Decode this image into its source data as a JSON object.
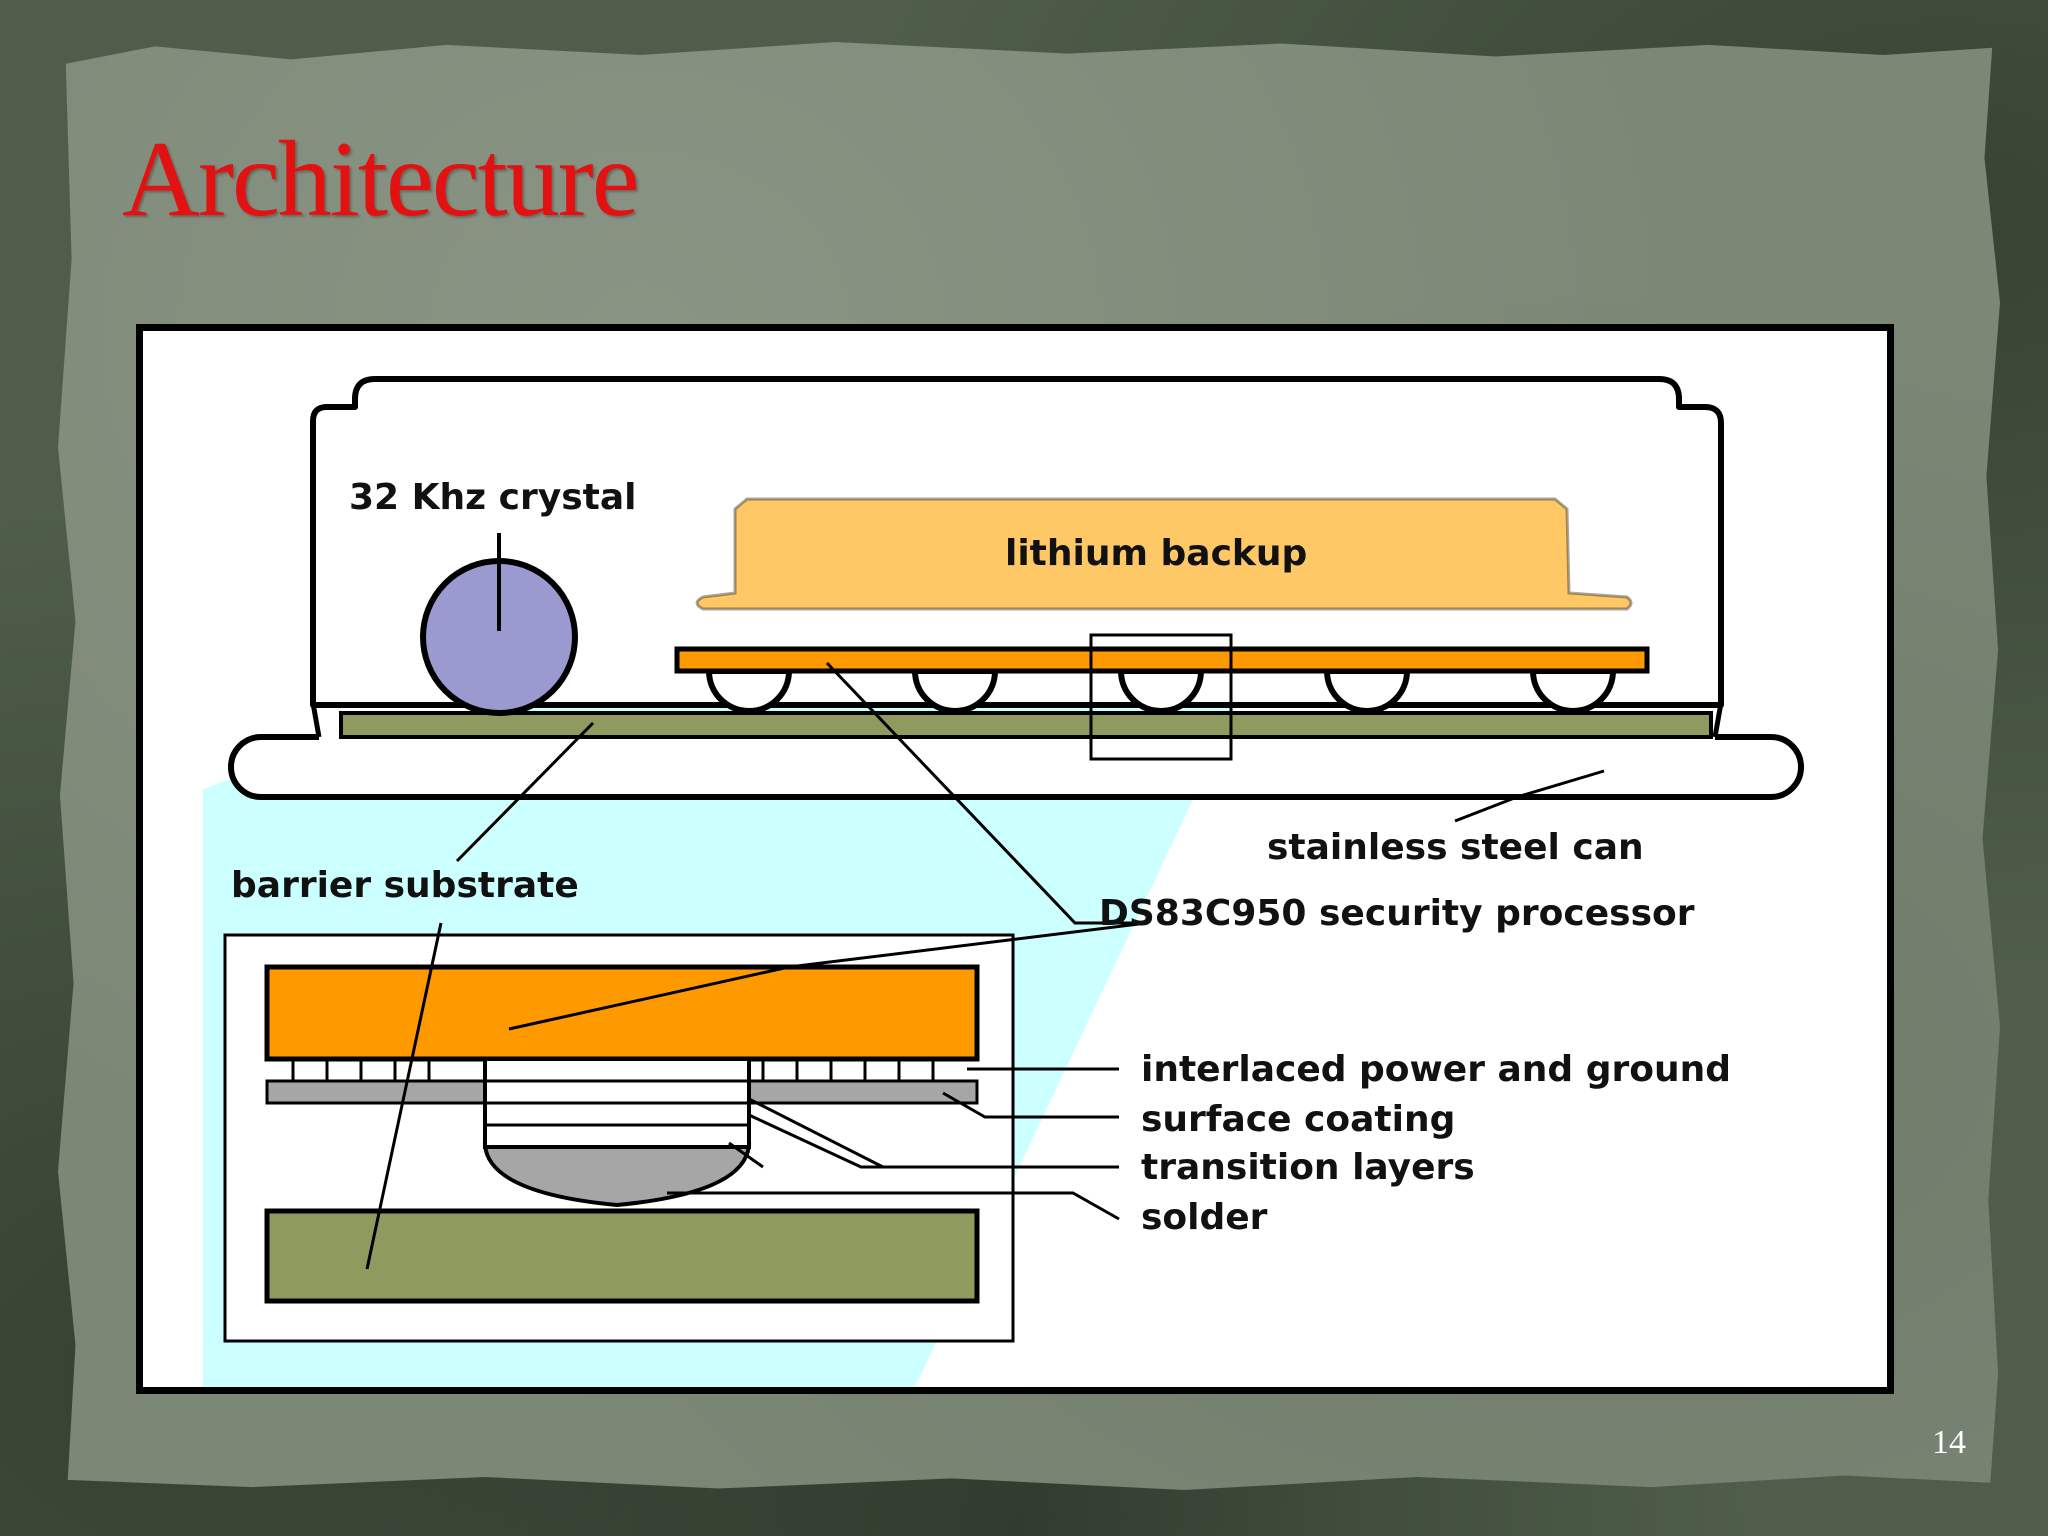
{
  "slide": {
    "title": "Architecture",
    "page_number": "14"
  },
  "diagram": {
    "labels": {
      "crystal": "32 Khz crystal",
      "battery": "lithium backup",
      "can": "stainless steel can",
      "substrate": "barrier substrate",
      "processor": "DS83C950 security processor",
      "power_ground": "interlaced power and ground",
      "coating": "surface coating",
      "transition": "transition layers",
      "solder": "solder"
    },
    "colors": {
      "title_red": "#e31212",
      "processor_orange": "#ff9900",
      "battery_tan": "#ffc866",
      "crystal_purple": "#9a9ad0",
      "substrate_green": "#8f9a5e",
      "zoom_cyan": "#ccffff",
      "solder_gray": "#a6a6a6"
    }
  }
}
